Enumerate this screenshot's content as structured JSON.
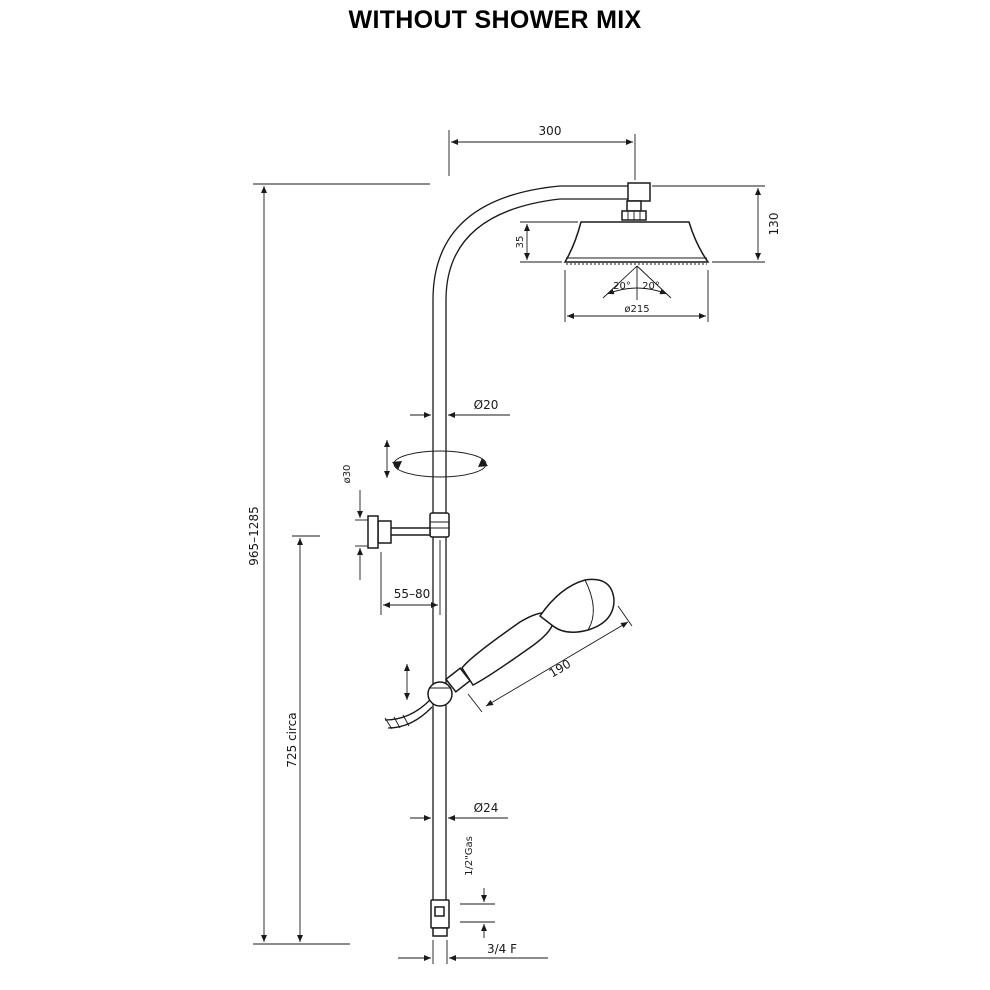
{
  "title": "WITHOUT SHOWER MIX",
  "dimensions": {
    "head_reach": "300",
    "head_height": "130",
    "head_thickness": "35",
    "spray_angle_left": "20°",
    "spray_angle_right": "20°",
    "head_diameter": "ø215",
    "upper_pipe_diameter": "Ø20",
    "bracket_diameter": "ø30",
    "wall_distance": "55–80",
    "handshower_length": "190",
    "total_height": "965–1285",
    "handshower_height": "725 circa",
    "lower_pipe_diameter": "Ø24",
    "inlet_thread": "1/2\"Gas",
    "connection": "3/4  F"
  }
}
